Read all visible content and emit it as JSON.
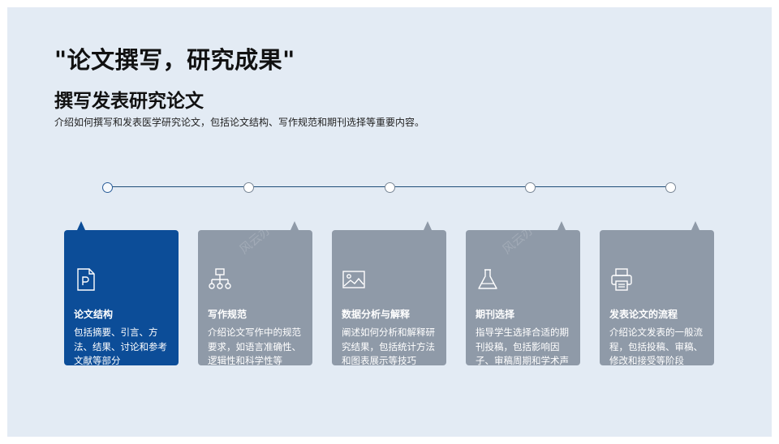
{
  "title": "\"论文撰写，研究成果\"",
  "subtitle": "撰写发表研究论文",
  "description": "介绍如何撰写和发表医学研究论文，包括论文结构、写作规范和期刊选择等重要内容。",
  "watermark": "风云办公",
  "colors": {
    "active": "#0c4d98",
    "inactive": "#8f9aa8",
    "background": "#e3ebf4",
    "timeline": "#1f4e79"
  },
  "cards": [
    {
      "icon": "document-p-icon",
      "title": "论文结构",
      "text": "包括摘要、引言、方法、结果、讨论和参考文献等部分",
      "active": true
    },
    {
      "icon": "sitemap-icon",
      "title": "写作规范",
      "text": "介绍论文写作中的规范要求，如语言准确性、逻辑性和科学性等",
      "active": false
    },
    {
      "icon": "image-icon",
      "title": "数据分析与解释",
      "text": "阐述如何分析和解释研究结果，包括统计方法和图表展示等技巧",
      "active": false
    },
    {
      "icon": "flask-icon",
      "title": "期刊选择",
      "text": "指导学生选择合适的期刊投稿，包括影响因子、审稿周期和学术声誉等因素",
      "active": false
    },
    {
      "icon": "printer-icon",
      "title": "发表论文的流程",
      "text": "介绍论文发表的一般流程，包括投稿、审稿、修改和接受等阶段",
      "active": false
    }
  ]
}
